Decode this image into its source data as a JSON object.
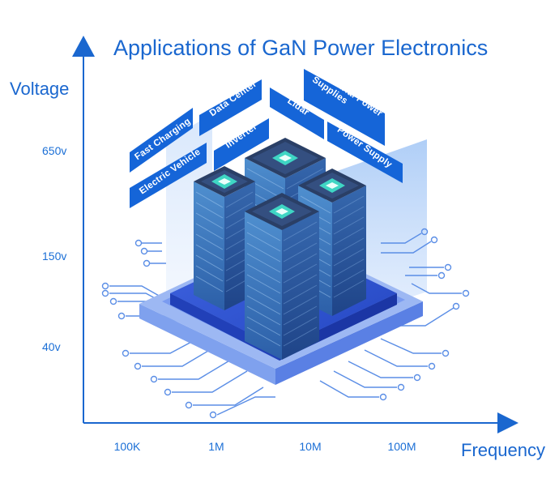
{
  "title": "Applications of GaN Power Electronics",
  "axes": {
    "y_label": "Voltage",
    "x_label": "Frequency",
    "y_ticks": [
      "650v",
      "150v",
      "40v"
    ],
    "x_ticks": [
      "100K",
      "1M",
      "10M",
      "100M"
    ]
  },
  "applications": [
    {
      "name": "Fast Charging"
    },
    {
      "name": "Data Center"
    },
    {
      "name": "Electric Vehicle"
    },
    {
      "name": "Inverter"
    },
    {
      "name": "Lidar"
    },
    {
      "name": "Industrial Power Supplies"
    },
    {
      "name": "Power Supply"
    }
  ],
  "colors": {
    "accent": "#1a67cf",
    "panel": "#1565d8",
    "tower": "#3a7fc4",
    "base": "#2d5bd6",
    "glow": "#8fbaf5"
  },
  "icons": [
    "arrow-up-icon",
    "arrow-right-icon",
    "server-tower-icon",
    "circuit-trace-icon"
  ]
}
